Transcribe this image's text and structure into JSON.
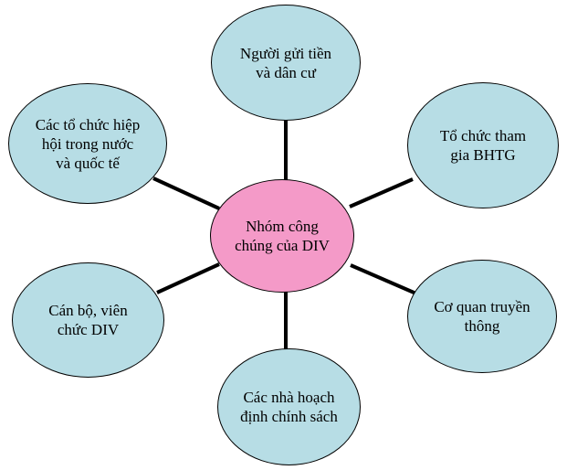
{
  "colors": {
    "outer_fill": "#b7dde5",
    "center_fill": "#f49ac8",
    "stroke": "#000000"
  },
  "center": {
    "label": "Nhóm công\nchúng của DIV"
  },
  "nodes": [
    {
      "label": "Người gửi tiền\nvà dân cư"
    },
    {
      "label": "Tổ chức tham\ngia BHTG"
    },
    {
      "label": "Cơ quan truyền\nthông"
    },
    {
      "label": "Các nhà hoạch\nđịnh chính sách"
    },
    {
      "label": "Cán bộ, viên\nchức DIV"
    },
    {
      "label": "Các tổ chức hiệp\nhội trong nước\nvà quốc tế"
    }
  ]
}
